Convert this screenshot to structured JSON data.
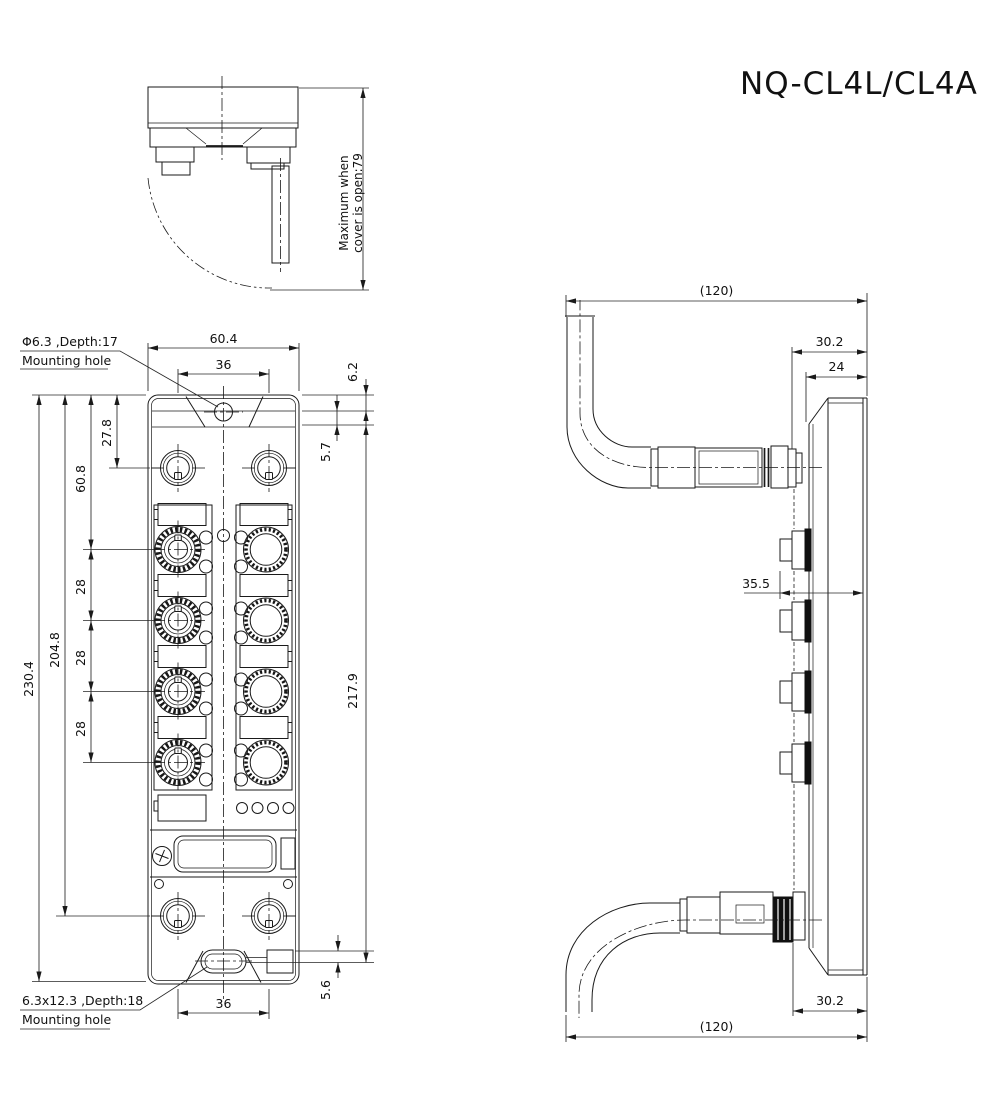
{
  "title": "NQ-CL4L/CL4A",
  "top_view": {
    "note_line1": "Maximum when",
    "note_line2": "cover is open:79"
  },
  "front_view": {
    "top_hole_note_line1": "Φ6.3 ,Depth:17",
    "top_hole_note_line2": "Mounting hole",
    "bottom_hole_note_line1": "6.3x12.3 ,Depth:18",
    "bottom_hole_note_line2": "Mounting hole",
    "dim_width": "60.4",
    "dim_top_span": "36",
    "dim_top_offset": "6.2",
    "dim_bezel": "5.7",
    "dim_first_connector": "27.8",
    "dim_port_row1": "60.8",
    "dim_pitch_a": "28",
    "dim_pitch_b": "28",
    "dim_pitch_c": "28",
    "dim_bottom_connector": "204.8",
    "dim_overall_height": "230.4",
    "dim_face_height": "217.9",
    "dim_slot_offset": "5.6",
    "dim_bottom_span": "36"
  },
  "side_view": {
    "dim_cable_top": "(120)",
    "dim_depth_top": "30.2",
    "dim_body_depth": "24",
    "dim_connector_depth": "35.5",
    "dim_depth_bottom": "30.2",
    "dim_cable_bottom": "(120)"
  },
  "colors": {
    "line": "#1a1a1a",
    "dim_line": "#262626",
    "background": "#ffffff"
  }
}
